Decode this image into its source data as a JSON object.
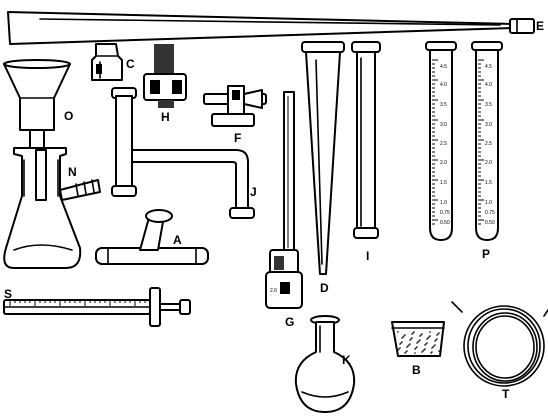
{
  "labels": {
    "A": "A",
    "B": "B",
    "C": "C",
    "D": "D",
    "E": "E",
    "F": "F",
    "G": "G",
    "H": "H",
    "I": "I",
    "J": "J",
    "K": "K",
    "N": "N",
    "O": "O",
    "P": "P",
    "S": "S",
    "T": "T"
  },
  "tube_scale": {
    "t45": "4.5",
    "t40": "4.0",
    "t35": "3.5",
    "t30": "3.0",
    "t25": "2.5",
    "t20": "2.0",
    "t15": "1.5",
    "t10": "1.0",
    "t075": "0.75",
    "t050": "0.50"
  }
}
